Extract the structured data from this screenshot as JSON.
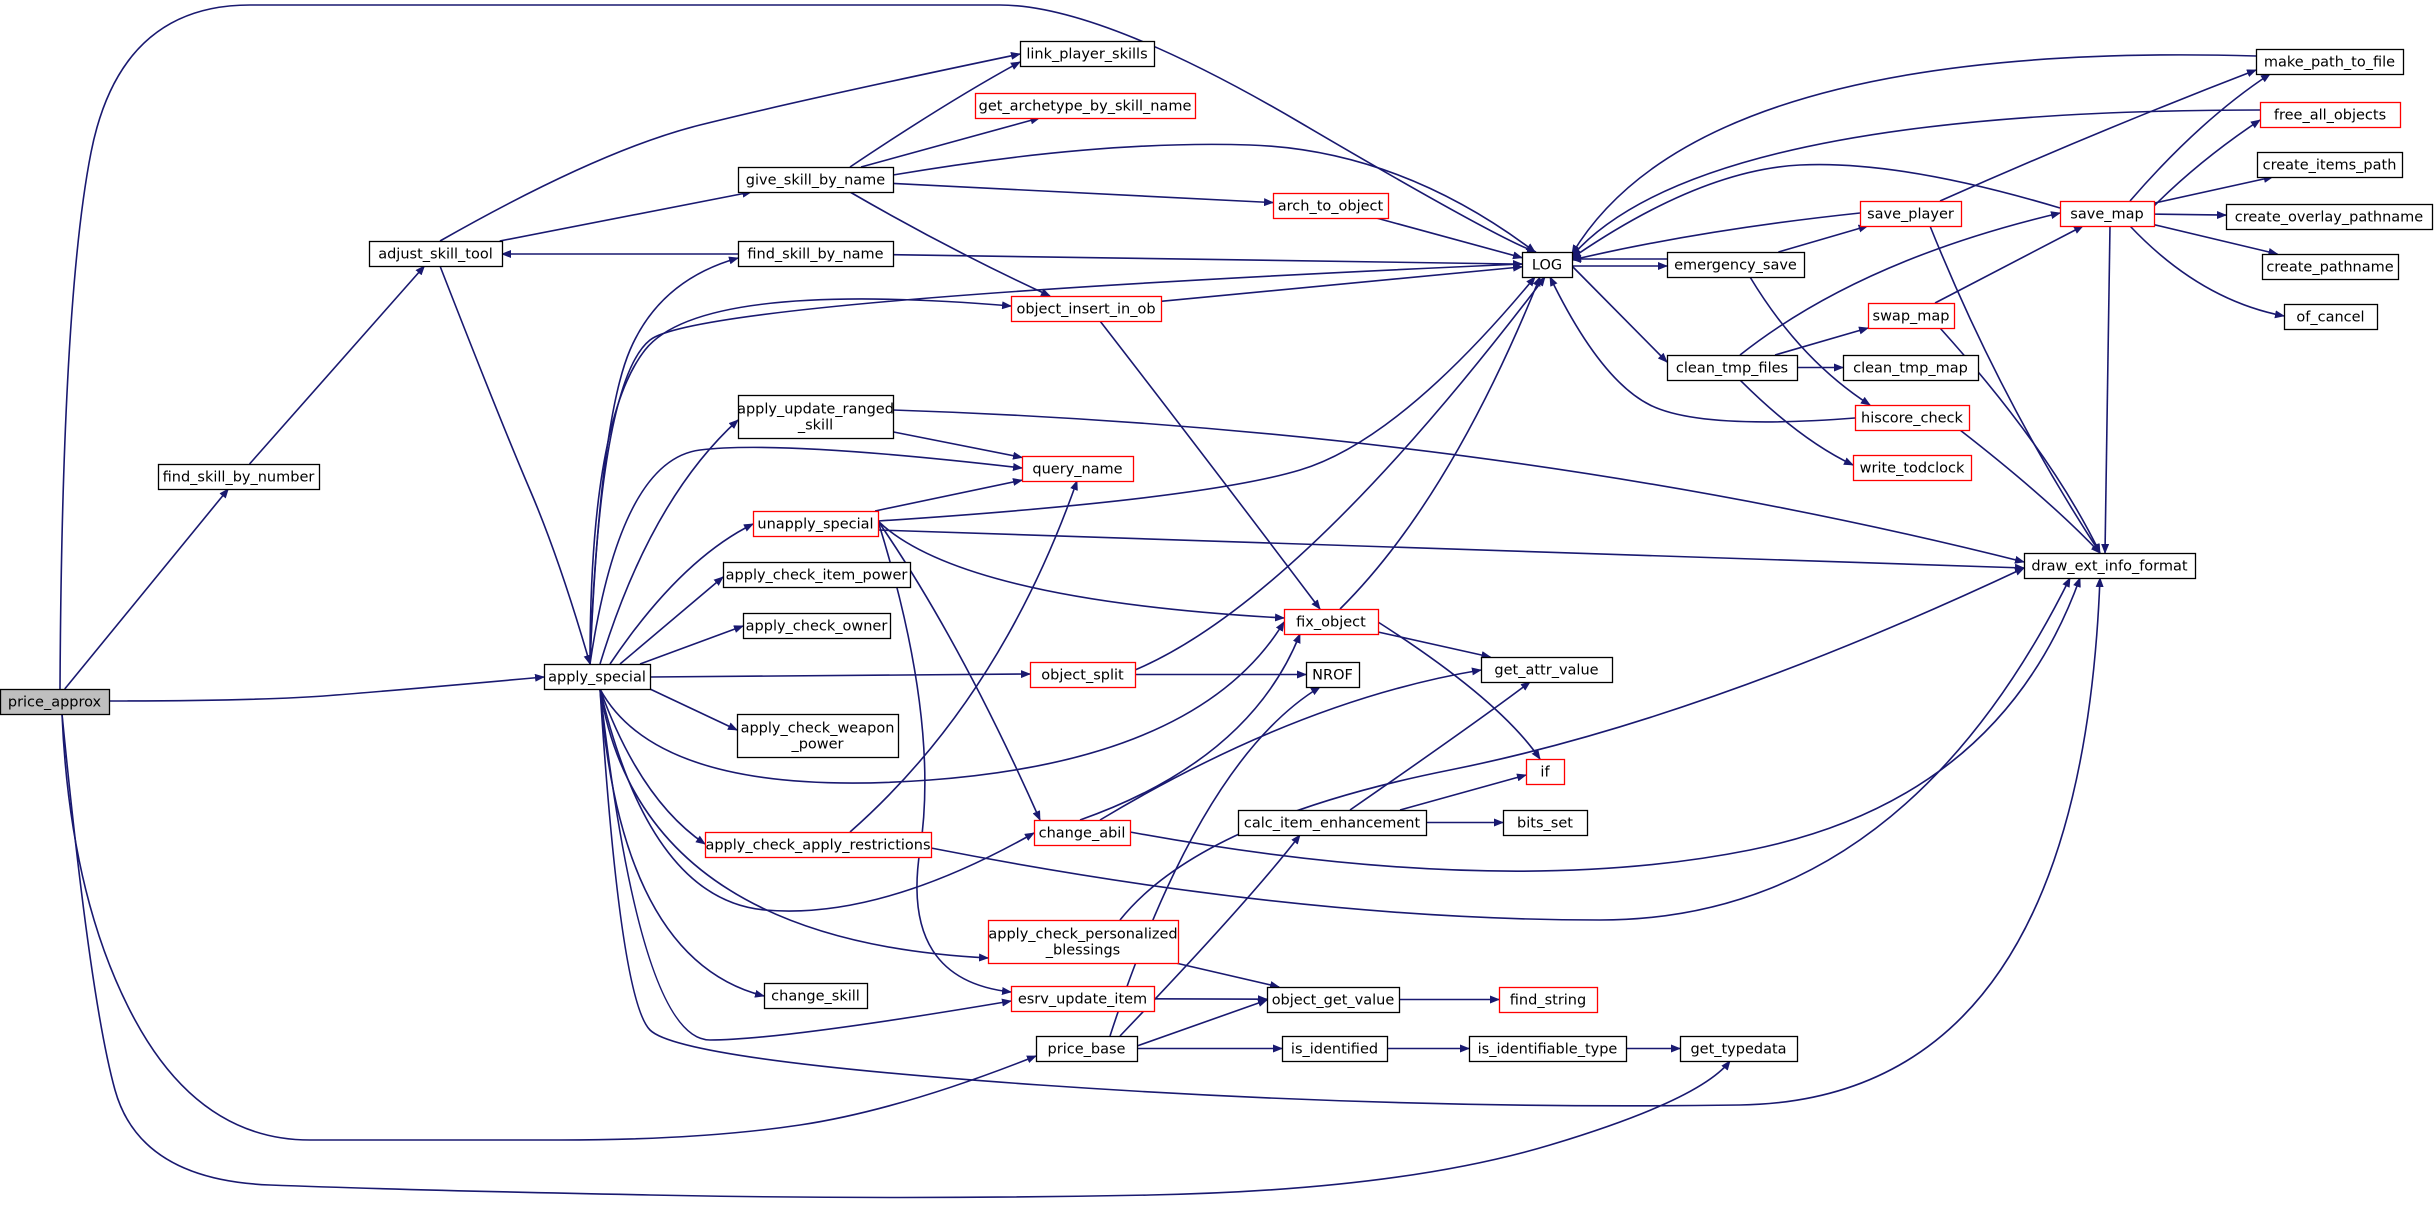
{
  "colors": {
    "edge": "#191970",
    "box_border_default": "#000000",
    "box_border_truncated": "#ff0000",
    "root_fill": "#bfbfbf",
    "node_fill": "#ffffff"
  },
  "graph": {
    "root": "price_approx",
    "nodes": [
      {
        "id": "price_approx",
        "lines": [
          "price_approx"
        ],
        "style": "root"
      },
      {
        "id": "find_skill_by_number",
        "lines": [
          "find_skill_by_number"
        ],
        "style": "normal"
      },
      {
        "id": "adjust_skill_tool",
        "lines": [
          "adjust_skill_tool"
        ],
        "style": "normal"
      },
      {
        "id": "give_skill_by_name",
        "lines": [
          "give_skill_by_name"
        ],
        "style": "normal"
      },
      {
        "id": "find_skill_by_name",
        "lines": [
          "find_skill_by_name"
        ],
        "style": "normal"
      },
      {
        "id": "link_player_skills",
        "lines": [
          "link_player_skills"
        ],
        "style": "normal"
      },
      {
        "id": "get_archetype_by_skill_name",
        "lines": [
          "get_archetype_by_skill_name"
        ],
        "style": "truncated"
      },
      {
        "id": "arch_to_object",
        "lines": [
          "arch_to_object"
        ],
        "style": "truncated"
      },
      {
        "id": "object_insert_in_ob",
        "lines": [
          "object_insert_in_ob"
        ],
        "style": "truncated"
      },
      {
        "id": "apply_special",
        "lines": [
          "apply_special"
        ],
        "style": "normal"
      },
      {
        "id": "apply_update_ranged_skill",
        "lines": [
          "apply_update_ranged",
          "_skill"
        ],
        "style": "normal"
      },
      {
        "id": "query_name",
        "lines": [
          "query_name"
        ],
        "style": "truncated"
      },
      {
        "id": "unapply_special",
        "lines": [
          "unapply_special"
        ],
        "style": "truncated"
      },
      {
        "id": "apply_check_item_power",
        "lines": [
          "apply_check_item_power"
        ],
        "style": "normal"
      },
      {
        "id": "apply_check_owner",
        "lines": [
          "apply_check_owner"
        ],
        "style": "normal"
      },
      {
        "id": "apply_check_weapon_power",
        "lines": [
          "apply_check_weapon",
          "_power"
        ],
        "style": "normal"
      },
      {
        "id": "apply_check_apply_restrictions",
        "lines": [
          "apply_check_apply_restrictions"
        ],
        "style": "truncated"
      },
      {
        "id": "change_skill",
        "lines": [
          "change_skill"
        ],
        "style": "normal"
      },
      {
        "id": "price_base",
        "lines": [
          "price_base"
        ],
        "style": "normal"
      },
      {
        "id": "object_split",
        "lines": [
          "object_split"
        ],
        "style": "truncated"
      },
      {
        "id": "change_abil",
        "lines": [
          "change_abil"
        ],
        "style": "truncated"
      },
      {
        "id": "apply_check_personalized_blessings",
        "lines": [
          "apply_check_personalized",
          "_blessings"
        ],
        "style": "truncated"
      },
      {
        "id": "esrv_update_item",
        "lines": [
          "esrv_update_item"
        ],
        "style": "truncated"
      },
      {
        "id": "fix_object",
        "lines": [
          "fix_object"
        ],
        "style": "truncated"
      },
      {
        "id": "NROF",
        "lines": [
          "NROF"
        ],
        "style": "normal"
      },
      {
        "id": "calc_item_enhancement",
        "lines": [
          "calc_item_enhancement"
        ],
        "style": "normal"
      },
      {
        "id": "object_get_value",
        "lines": [
          "object_get_value"
        ],
        "style": "normal"
      },
      {
        "id": "is_identified",
        "lines": [
          "is_identified"
        ],
        "style": "normal"
      },
      {
        "id": "LOG",
        "lines": [
          "LOG"
        ],
        "style": "normal"
      },
      {
        "id": "get_attr_value",
        "lines": [
          "get_attr_value"
        ],
        "style": "normal"
      },
      {
        "id": "if",
        "lines": [
          "if"
        ],
        "style": "truncated"
      },
      {
        "id": "bits_set",
        "lines": [
          "bits_set"
        ],
        "style": "normal"
      },
      {
        "id": "find_string",
        "lines": [
          "find_string"
        ],
        "style": "truncated"
      },
      {
        "id": "is_identifiable_type",
        "lines": [
          "is_identifiable_type"
        ],
        "style": "normal"
      },
      {
        "id": "get_typedata",
        "lines": [
          "get_typedata"
        ],
        "style": "normal"
      },
      {
        "id": "emergency_save",
        "lines": [
          "emergency_save"
        ],
        "style": "normal"
      },
      {
        "id": "clean_tmp_files",
        "lines": [
          "clean_tmp_files"
        ],
        "style": "normal"
      },
      {
        "id": "save_player",
        "lines": [
          "save_player"
        ],
        "style": "truncated"
      },
      {
        "id": "swap_map",
        "lines": [
          "swap_map"
        ],
        "style": "truncated"
      },
      {
        "id": "clean_tmp_map",
        "lines": [
          "clean_tmp_map"
        ],
        "style": "normal"
      },
      {
        "id": "hiscore_check",
        "lines": [
          "hiscore_check"
        ],
        "style": "truncated"
      },
      {
        "id": "write_todclock",
        "lines": [
          "write_todclock"
        ],
        "style": "truncated"
      },
      {
        "id": "save_map",
        "lines": [
          "save_map"
        ],
        "style": "truncated"
      },
      {
        "id": "draw_ext_info_format",
        "lines": [
          "draw_ext_info_format"
        ],
        "style": "normal"
      },
      {
        "id": "make_path_to_file",
        "lines": [
          "make_path_to_file"
        ],
        "style": "normal"
      },
      {
        "id": "free_all_objects",
        "lines": [
          "free_all_objects"
        ],
        "style": "truncated"
      },
      {
        "id": "create_items_path",
        "lines": [
          "create_items_path"
        ],
        "style": "normal"
      },
      {
        "id": "create_overlay_pathname",
        "lines": [
          "create_overlay_pathname"
        ],
        "style": "normal"
      },
      {
        "id": "create_pathname",
        "lines": [
          "create_pathname"
        ],
        "style": "normal"
      },
      {
        "id": "of_cancel",
        "lines": [
          "of_cancel"
        ],
        "style": "normal"
      }
    ],
    "edges": [
      [
        "price_approx",
        "LOG"
      ],
      [
        "price_approx",
        "find_skill_by_number"
      ],
      [
        "price_approx",
        "price_base"
      ],
      [
        "price_approx",
        "get_typedata"
      ],
      [
        "price_approx",
        "apply_special"
      ],
      [
        "find_skill_by_number",
        "adjust_skill_tool"
      ],
      [
        "adjust_skill_tool",
        "link_player_skills"
      ],
      [
        "adjust_skill_tool",
        "give_skill_by_name"
      ],
      [
        "adjust_skill_tool",
        "apply_special"
      ],
      [
        "find_skill_by_name",
        "adjust_skill_tool"
      ],
      [
        "find_skill_by_name",
        "LOG"
      ],
      [
        "give_skill_by_name",
        "link_player_skills"
      ],
      [
        "give_skill_by_name",
        "get_archetype_by_skill_name"
      ],
      [
        "give_skill_by_name",
        "LOG"
      ],
      [
        "give_skill_by_name",
        "arch_to_object"
      ],
      [
        "give_skill_by_name",
        "object_insert_in_ob"
      ],
      [
        "arch_to_object",
        "LOG"
      ],
      [
        "object_insert_in_ob",
        "LOG"
      ],
      [
        "object_insert_in_ob",
        "fix_object"
      ],
      [
        "apply_special",
        "find_skill_by_name"
      ],
      [
        "apply_special",
        "object_insert_in_ob"
      ],
      [
        "apply_special",
        "LOG"
      ],
      [
        "apply_special",
        "apply_update_ranged_skill"
      ],
      [
        "apply_special",
        "query_name"
      ],
      [
        "apply_special",
        "unapply_special"
      ],
      [
        "apply_special",
        "apply_check_item_power"
      ],
      [
        "apply_special",
        "apply_check_owner"
      ],
      [
        "apply_special",
        "object_split"
      ],
      [
        "apply_special",
        "apply_check_weapon_power"
      ],
      [
        "apply_special",
        "fix_object"
      ],
      [
        "apply_special",
        "apply_check_apply_restrictions"
      ],
      [
        "apply_special",
        "change_abil"
      ],
      [
        "apply_special",
        "apply_check_personalized_blessings"
      ],
      [
        "apply_special",
        "change_skill"
      ],
      [
        "apply_special",
        "esrv_update_item"
      ],
      [
        "apply_special",
        "draw_ext_info_format"
      ],
      [
        "apply_update_ranged_skill",
        "query_name"
      ],
      [
        "apply_update_ranged_skill",
        "draw_ext_info_format"
      ],
      [
        "unapply_special",
        "query_name"
      ],
      [
        "unapply_special",
        "LOG"
      ],
      [
        "unapply_special",
        "draw_ext_info_format"
      ],
      [
        "unapply_special",
        "fix_object"
      ],
      [
        "unapply_special",
        "change_abil"
      ],
      [
        "unapply_special",
        "esrv_update_item"
      ],
      [
        "apply_check_apply_restrictions",
        "query_name"
      ],
      [
        "apply_check_apply_restrictions",
        "draw_ext_info_format"
      ],
      [
        "object_split",
        "NROF"
      ],
      [
        "object_split",
        "LOG"
      ],
      [
        "change_abil",
        "fix_object"
      ],
      [
        "change_abil",
        "get_attr_value"
      ],
      [
        "change_abil",
        "draw_ext_info_format"
      ],
      [
        "apply_check_personalized_blessings",
        "draw_ext_info_format"
      ],
      [
        "apply_check_personalized_blessings",
        "object_get_value"
      ],
      [
        "esrv_update_item",
        "object_get_value"
      ],
      [
        "fix_object",
        "LOG"
      ],
      [
        "fix_object",
        "get_attr_value"
      ],
      [
        "fix_object",
        "if"
      ],
      [
        "calc_item_enhancement",
        "get_attr_value"
      ],
      [
        "calc_item_enhancement",
        "if"
      ],
      [
        "calc_item_enhancement",
        "bits_set"
      ],
      [
        "price_base",
        "NROF"
      ],
      [
        "price_base",
        "calc_item_enhancement"
      ],
      [
        "price_base",
        "object_get_value"
      ],
      [
        "price_base",
        "is_identified"
      ],
      [
        "object_get_value",
        "find_string"
      ],
      [
        "is_identified",
        "is_identifiable_type"
      ],
      [
        "is_identifiable_type",
        "get_typedata"
      ],
      [
        "LOG",
        "emergency_save"
      ],
      [
        "LOG",
        "clean_tmp_files"
      ],
      [
        "emergency_save",
        "LOG"
      ],
      [
        "emergency_save",
        "save_player"
      ],
      [
        "emergency_save",
        "hiscore_check"
      ],
      [
        "save_player",
        "LOG"
      ],
      [
        "save_player",
        "make_path_to_file"
      ],
      [
        "save_player",
        "draw_ext_info_format"
      ],
      [
        "clean_tmp_files",
        "save_map"
      ],
      [
        "clean_tmp_files",
        "swap_map"
      ],
      [
        "clean_tmp_files",
        "clean_tmp_map"
      ],
      [
        "clean_tmp_files",
        "write_todclock"
      ],
      [
        "swap_map",
        "save_map"
      ],
      [
        "swap_map",
        "draw_ext_info_format"
      ],
      [
        "hiscore_check",
        "LOG"
      ],
      [
        "hiscore_check",
        "draw_ext_info_format"
      ],
      [
        "save_map",
        "LOG"
      ],
      [
        "save_map",
        "make_path_to_file"
      ],
      [
        "save_map",
        "free_all_objects"
      ],
      [
        "save_map",
        "create_items_path"
      ],
      [
        "save_map",
        "create_overlay_pathname"
      ],
      [
        "save_map",
        "create_pathname"
      ],
      [
        "save_map",
        "of_cancel"
      ],
      [
        "save_map",
        "draw_ext_info_format"
      ],
      [
        "free_all_objects",
        "LOG"
      ],
      [
        "make_path_to_file",
        "LOG"
      ]
    ]
  }
}
